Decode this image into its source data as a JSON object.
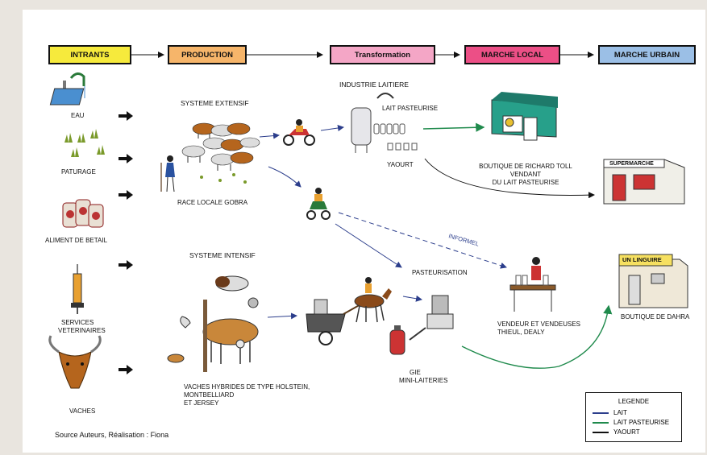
{
  "headers": {
    "intrants": "INTRANTS",
    "production": "PRODUCTION",
    "transformation": "Transformation",
    "marche_local": "MARCHE LOCAL",
    "marche_urbain": "MARCHE URBAIN"
  },
  "inputs": {
    "eau": "EAU",
    "paturage": "PATURAGE",
    "aliment": "ALIMENT DE BETAIL",
    "services_1": "SERVICES",
    "services_2": "VETERINAIRES",
    "vaches": "VACHES"
  },
  "production": {
    "extensif_title": "SYSTEME EXTENSIF",
    "extensif_label": "RACE LOCALE GOBRA",
    "intensif_title": "SYSTEME INTENSIF",
    "intensif_line1": "VACHES HYBRIDES DE TYPE HOLSTEIN,",
    "intensif_line2": "MONTBELLIARD",
    "intensif_line3": "ET JERSEY"
  },
  "transformation": {
    "industrie": "INDUSTRIE LAITIERE",
    "lait_pasteurise": "LAIT PASTEURISE",
    "yaourt": "YAOURT",
    "pasteurisation": "PASTEURISATION",
    "gie_1": "GIE",
    "gie_2": "MINI-LAITERIES",
    "informel": "INFORMEL"
  },
  "markets": {
    "boutique_rt_1": "BOUTIQUE DE RICHARD TOLL",
    "boutique_rt_2": "VENDANT",
    "boutique_rt_3": "DU LAIT PASTEURISE",
    "supermarche_sign": "SUPERMARCHE",
    "vendeurs_1": "VENDEUR ET VENDEUSES",
    "vendeurs_2": "THIEUL, DEALY",
    "linguire_sign": "UN LINGUIRE",
    "boutique_dahra": "BOUTIQUE DE DAHRA"
  },
  "legend": {
    "title": "LEGENDE",
    "items": [
      {
        "label": "LAIT",
        "color": "#2c3e8c"
      },
      {
        "label": "LAIT PASTEURISE",
        "color": "#1f8a4c"
      },
      {
        "label": "YAOURT",
        "color": "#111111"
      }
    ]
  },
  "source": "Source Auteurs,   Réalisation :  Fiona",
  "colors": {
    "intrants": "#f6ea3c",
    "production": "#f6b56a",
    "transformation": "#f4a6c6",
    "marche_local": "#ec4f86",
    "marche_urbain": "#9bbfe6",
    "milk_arrow": "#2c3e8c",
    "pasteurise_arrow": "#1f8a4c",
    "yaourt_arrow": "#111111"
  }
}
